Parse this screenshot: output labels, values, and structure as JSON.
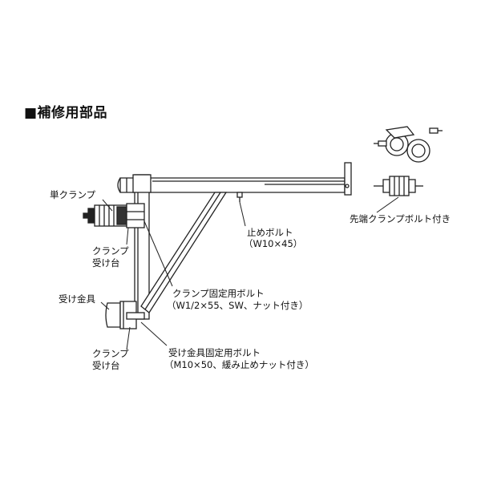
{
  "title": "■補修用部品",
  "labels": {
    "single_clamp": "単クランプ",
    "clamp_base_left_1": "クランプ",
    "clamp_base_left_2": "受け台",
    "receiver_fitting": "受け金具",
    "clamp_base_bottom_1": "クランプ",
    "clamp_base_bottom_2": "受け台",
    "stop_bolt": "止めボルト",
    "stop_bolt_spec": "（W10×45）",
    "tip_clamp_bolt": "先端クランプボルト付き",
    "clamp_fixing_bolt": "クランプ固定用ボルト",
    "clamp_fixing_bolt_spec": "（W1/2×55、SW、ナット付き）",
    "receiver_fixing_bolt": "受け金具固定用ボルト",
    "receiver_fixing_bolt_spec": "（M10×50、緩み止めナット付き）"
  }
}
